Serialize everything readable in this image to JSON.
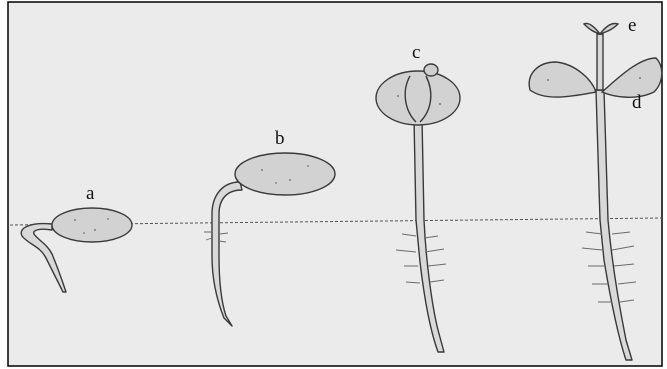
{
  "figure": {
    "stage_labels": {
      "a": "a",
      "b": "b",
      "c": "c",
      "d": "d",
      "e": "e"
    },
    "colors": {
      "background": "#ebebeb",
      "frame": "#000000",
      "seed_fill": "#d2d2d2",
      "ground_line": "#555555"
    }
  }
}
